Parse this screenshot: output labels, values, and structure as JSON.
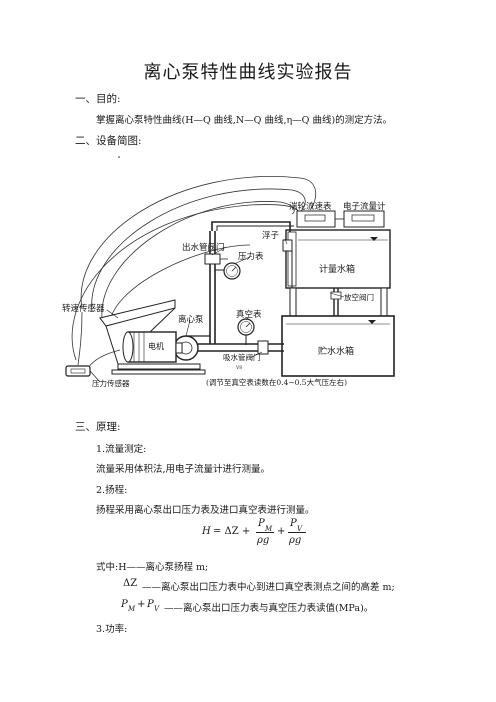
{
  "title": "离心泵特性曲线实验报告",
  "sections": {
    "purpose_heading": "一、目的:",
    "purpose_text": "掌握离心泵特性曲线(H—Q 曲线,N—Q 曲线,η—Q 曲线)的测定方法。",
    "equipment_heading": "二、设备简图:",
    "principle_heading": "三、原理:",
    "flow_heading": "1.流量测定:",
    "flow_text": "流量采用体积法,用电子流量计进行测量。",
    "head_heading": "2.扬程:",
    "head_text": "扬程采用离心泵出口压力表及进口真空表进行测量。",
    "where_label": "式中:H——离心泵扬程 m;",
    "dz_desc": "——离心泵出口压力表中心到进口真空表测点之间的高差 m;",
    "pm_pv_desc": "——离心泵出口压力表与真空压力表读值(MPa)。",
    "power_heading": "3.功率:"
  },
  "formula": {
    "lhs": "H",
    "eq": "= ΔZ +",
    "num1": "P",
    "num1_sub": "M",
    "den1": "ρg",
    "plus": "+",
    "num2": "P",
    "num2_sub": "V",
    "den2": "ρg",
    "dz_symbol": "ΔZ",
    "pm_symbol": "P",
    "pm_sub": "M",
    "pv_symbol": "P",
    "pv_sub": "V",
    "pm_pv_plus": "+"
  },
  "diagram_labels": {
    "meter": "湍轮流速表",
    "electronic_flowmeter": "电子流量计",
    "float": "浮子",
    "outlet_valve": "出水管阀门",
    "pressure_gauge": "压力表",
    "metering_tank": "计量水箱",
    "drain_valve": "放空阀门",
    "speed_sensor": "转速传感器",
    "pump": "离心泵",
    "vacuum_gauge": "真空表",
    "motor": "电机",
    "suction_valve": "吸水管阀门",
    "reservoir": "贮水水箱",
    "pressure_sensor": "压力传感器",
    "note": "(调节至真空表读数在0.4~0.5大气压左右)",
    "small_mark": "V8"
  }
}
